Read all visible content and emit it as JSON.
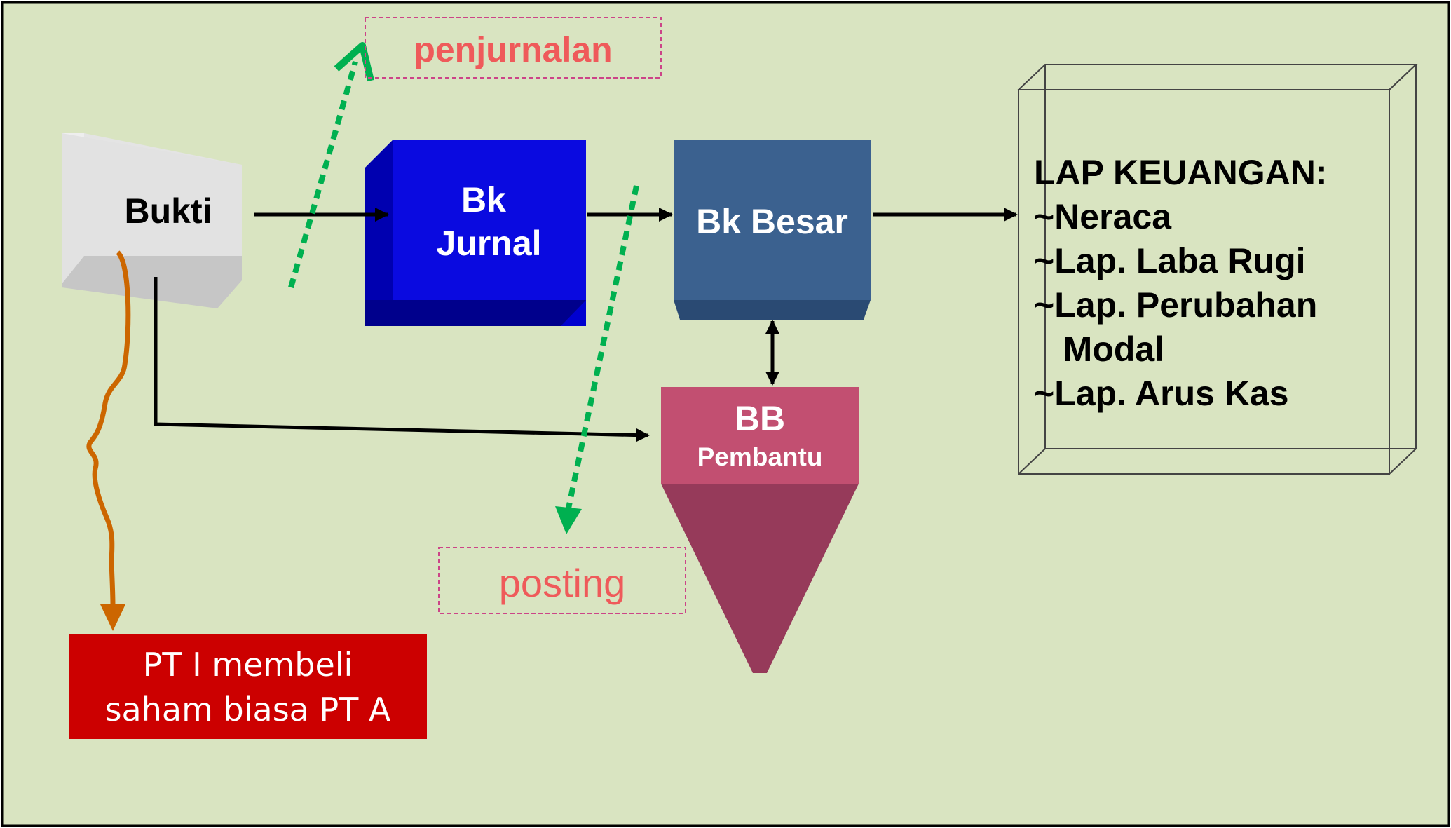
{
  "diagram": {
    "colors": {
      "background": "#d9e4c1",
      "annotation_text": "#ef5a5a",
      "dotted_arrow": "#00b050",
      "orange_connector": "#cc6600",
      "bukti_box": "#d9d9d9",
      "jurnal_box": "#0000cc",
      "besar_box": "#3b618f",
      "pembantu_box": "#c24f71",
      "pembantu_funnel": "#963a5a",
      "note_box": "#cc0000"
    },
    "nodes": {
      "bukti": "Bukti",
      "jurnal_line1": "Bk",
      "jurnal_line2": "Jurnal",
      "besar": "Bk Besar",
      "pembantu_line1": "BB",
      "pembantu_line2": "Pembantu"
    },
    "annotations": {
      "penjurnalan": "penjurnalan",
      "posting": "posting"
    },
    "report": {
      "title": "LAP KEUANGAN:",
      "items": [
        "~Neraca",
        "~Lap. Laba Rugi",
        "~Lap. Perubahan",
        "   Modal",
        "~Lap. Arus Kas"
      ]
    },
    "note": {
      "line1": "PT I membeli",
      "line2": "saham biasa PT A"
    }
  }
}
